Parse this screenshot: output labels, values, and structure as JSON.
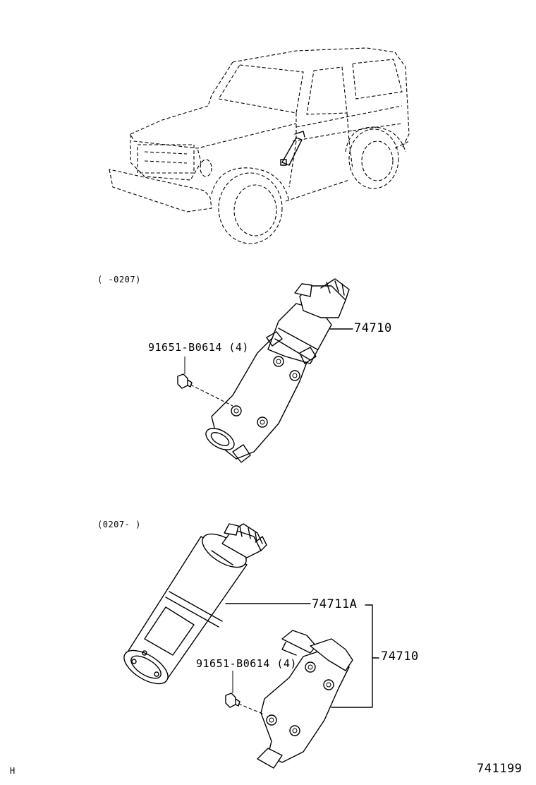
{
  "variants": [
    {
      "range": "(      -0207)",
      "bolt": "91651-B0614 (4)",
      "assembly": "74710"
    },
    {
      "range": "(0207-       )",
      "bolt": "91651-B0614 (4)",
      "part": "74711A",
      "assembly": "74710"
    }
  ],
  "footer": {
    "left": "H",
    "diagram_number": "741199"
  }
}
